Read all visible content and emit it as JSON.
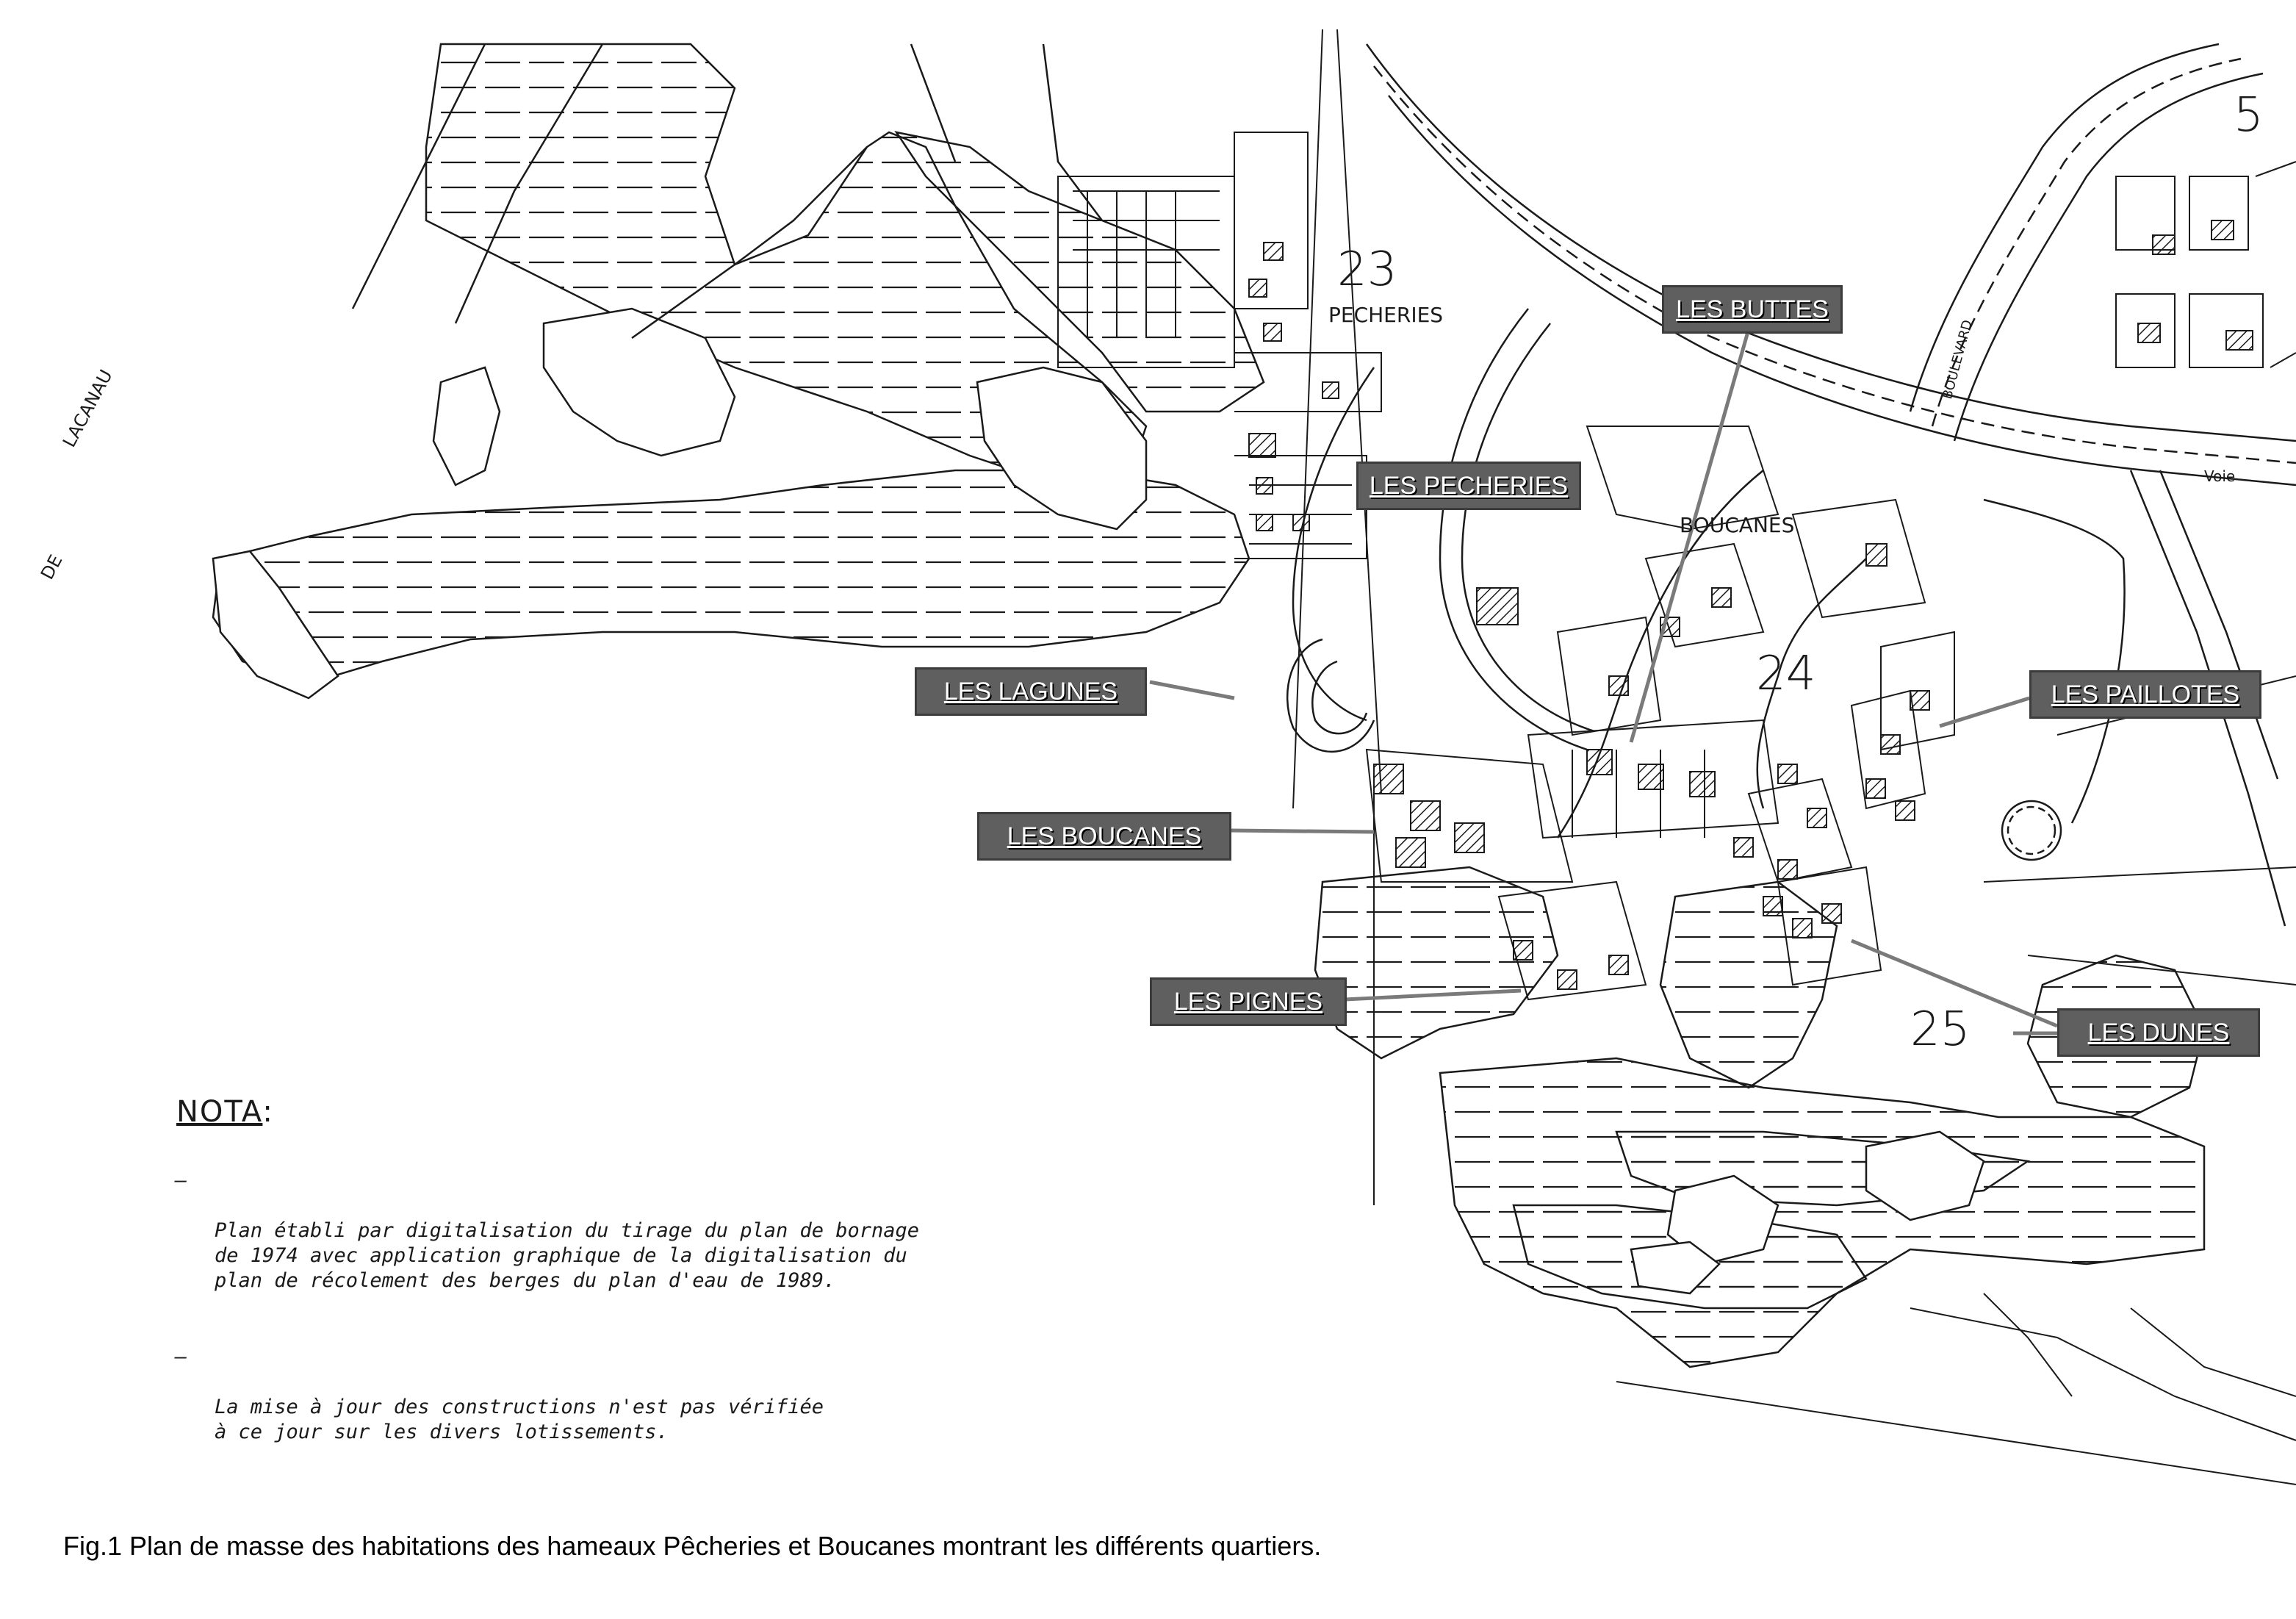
{
  "map": {
    "place_label": "LACANAU",
    "place_label_prefix": "DE",
    "sectors": [
      {
        "number": "23",
        "name": "PECHERIES"
      },
      {
        "number": "24",
        "name": "BOUCANES"
      },
      {
        "number": "25",
        "name": ""
      },
      {
        "number": "5",
        "name": ""
      }
    ],
    "road_labels": [
      "Voie",
      "BOULEVARD"
    ],
    "quarter_labels": [
      {
        "id": "buttes",
        "text": "LES BUTTES"
      },
      {
        "id": "pecheries",
        "text": "LES PECHERIES"
      },
      {
        "id": "lagunes",
        "text": "LES LAGUNES"
      },
      {
        "id": "paillotes",
        "text": "LES PAILLOTES"
      },
      {
        "id": "boucanes",
        "text": "LES BOUCANES"
      },
      {
        "id": "pignes",
        "text": "LES PIGNES"
      },
      {
        "id": "dunes",
        "text": "LES DUNES"
      }
    ],
    "colors": {
      "label_bg": "#5f5f5f",
      "line": "#1a1a1a",
      "leader": "#7a7a7a"
    }
  },
  "nota": {
    "title": "NOTA",
    "title_suffix": ":",
    "items": [
      "Plan établi par digitalisation du tirage du plan de bornage\nde 1974 avec application graphique de la digitalisation du\nplan de récolement des berges du plan d'eau de 1989.",
      "La mise à jour des constructions n'est pas vérifiée\nà ce jour sur les divers lotissements."
    ]
  },
  "caption": "Fig.1 Plan de masse des habitations des hameaux Pêcheries et Boucanes montrant les différents quartiers."
}
